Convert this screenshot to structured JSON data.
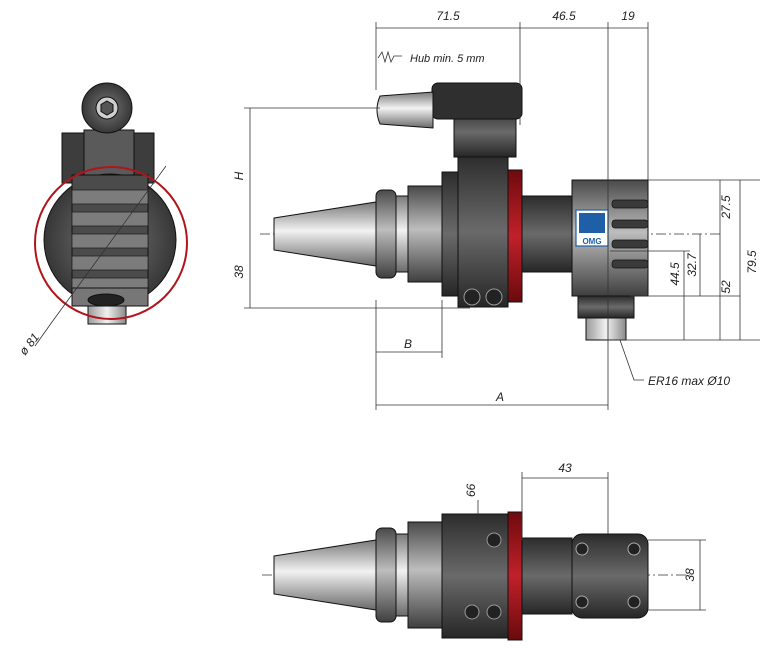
{
  "drawing": {
    "note_stroke": "Hub min. 5 mm",
    "note_collet": "ER16 max Ø10",
    "logo_text": "OMG",
    "colors": {
      "body_dark": "#3a3a3a",
      "body_mid": "#6b6b6b",
      "body_light": "#bdbdbd",
      "accent_red": "#b0151b",
      "logo_blue": "#1f5fa8"
    },
    "dimensions": {
      "top_71_5": "71.5",
      "top_46_5": "46.5",
      "top_19": "19",
      "h_label": "H",
      "left_38": "38",
      "b_label": "B",
      "a_label": "A",
      "right_27_5": "27.5",
      "right_79_5": "79.5",
      "right_44_5": "44.5",
      "right_32_7": "32.7",
      "right_52": "52",
      "bottom_66": "66",
      "bottom_43": "43",
      "bottom_38": "38",
      "diameter_81": "ø 81"
    }
  }
}
